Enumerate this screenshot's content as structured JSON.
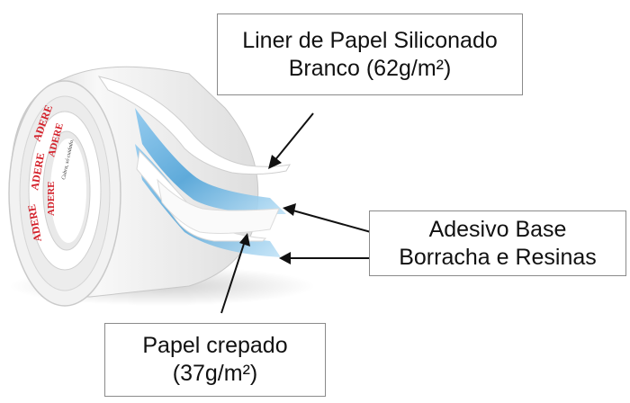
{
  "callouts": {
    "liner": {
      "line1": "Liner de Papel Siliconado",
      "line2": "Branco (62g/m²)"
    },
    "adesivo": {
      "line1": "Adesivo Base",
      "line2": "Borracha e Resinas"
    },
    "papel": {
      "line1": "Papel crepado",
      "line2": "(37g/m²)"
    }
  },
  "tape_label": {
    "brand": "ADERE",
    "slogan": "Cubra, só cuidado."
  },
  "colors": {
    "adhesive_blue": "#4fa3d8",
    "arrow": "#111111",
    "tape_white": "#f4f4f4",
    "label_red": "#d4202a"
  }
}
